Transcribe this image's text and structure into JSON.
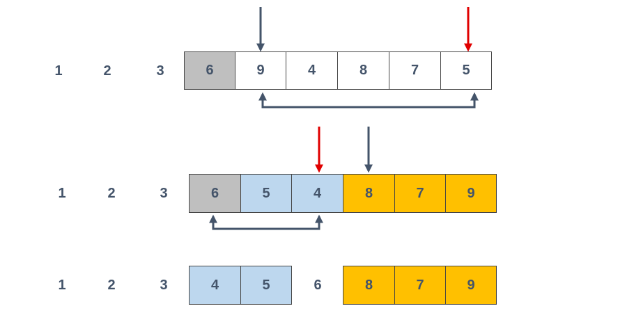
{
  "rows": [
    {
      "prefix": [
        "1",
        "2",
        "3"
      ],
      "cells": [
        {
          "value": "6",
          "color": "#bfbfbf"
        },
        {
          "value": "9",
          "color": "#ffffff"
        },
        {
          "value": "4",
          "color": "#ffffff"
        },
        {
          "value": "8",
          "color": "#ffffff"
        },
        {
          "value": "7",
          "color": "#ffffff"
        },
        {
          "value": "5",
          "color": "#ffffff"
        }
      ]
    },
    {
      "prefix": [
        "1",
        "2",
        "3"
      ],
      "cells": [
        {
          "value": "6",
          "color": "#bfbfbf"
        },
        {
          "value": "5",
          "color": "#bdd7ee"
        },
        {
          "value": "4",
          "color": "#bdd7ee"
        },
        {
          "value": "8",
          "color": "#ffc000"
        },
        {
          "value": "7",
          "color": "#ffc000"
        },
        {
          "value": "9",
          "color": "#ffc000"
        }
      ]
    },
    {
      "prefix": [
        "1",
        "2",
        "3"
      ],
      "left_cells": [
        {
          "value": "4",
          "color": "#bdd7ee"
        },
        {
          "value": "5",
          "color": "#bdd7ee"
        }
      ],
      "pivot": "6",
      "right_cells": [
        {
          "value": "8",
          "color": "#ffc000"
        },
        {
          "value": "7",
          "color": "#ffc000"
        },
        {
          "value": "9",
          "color": "#ffc000"
        }
      ]
    }
  ],
  "colors": {
    "left_pointer": "#44546a",
    "right_pointer": "#e00000",
    "swap_bracket": "#44546a"
  }
}
